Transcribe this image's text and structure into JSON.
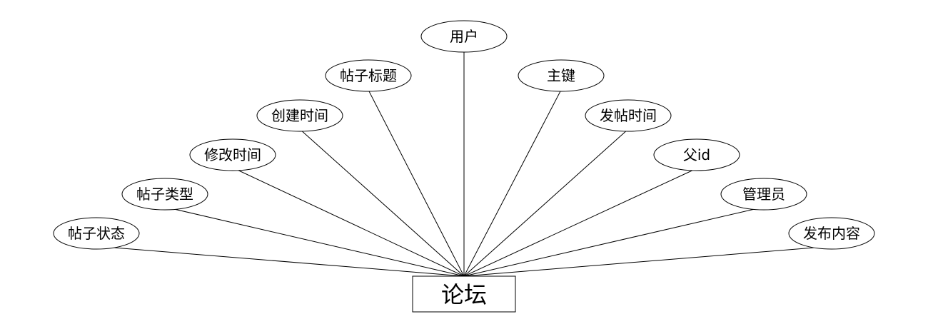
{
  "entity": {
    "label": "论坛"
  },
  "attributes": [
    {
      "label": "帖子状态"
    },
    {
      "label": "帖子类型"
    },
    {
      "label": "修改时间"
    },
    {
      "label": "创建时间"
    },
    {
      "label": "帖子标题"
    },
    {
      "label": "用户"
    },
    {
      "label": "主键"
    },
    {
      "label": "发帖时间"
    },
    {
      "label": "父id"
    },
    {
      "label": "管理员"
    },
    {
      "label": "发布内容"
    }
  ]
}
